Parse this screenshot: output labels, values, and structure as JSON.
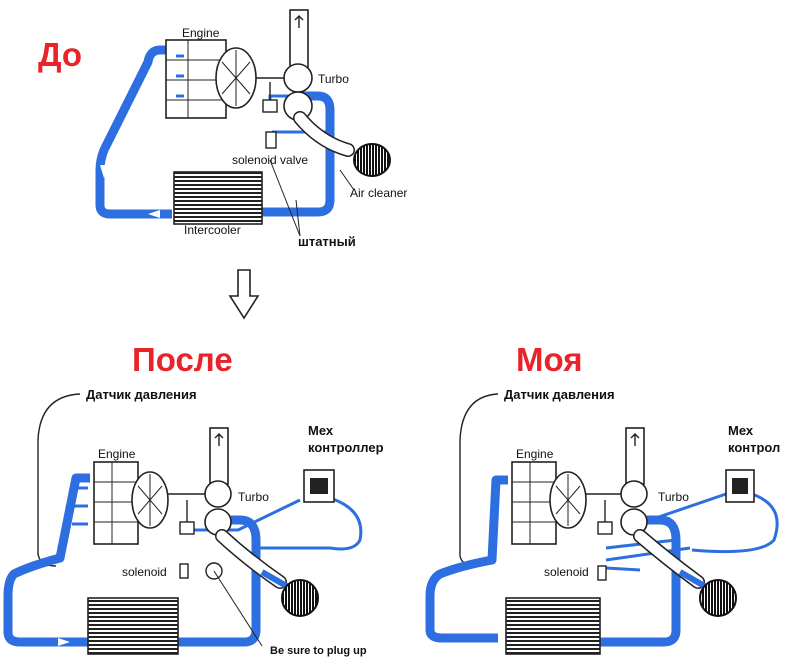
{
  "titles": {
    "before": "До",
    "after": "После",
    "mine": "Моя"
  },
  "labels": {
    "engine": "Engine",
    "turbo": "Turbo",
    "solenoid_valve": "solenoid valve",
    "air_cleaner": "Air cleaner",
    "intercooler": "Intercooler",
    "stock": "штатный",
    "pressure_sensor": "Датчик давления",
    "mech_controller_line1": "Мех",
    "mech_controller_line2": "контроллер",
    "solenoid": "solenoid",
    "plug_up": "Be sure to plug up",
    "mech_controller_cut_line2": "контрол"
  },
  "colors": {
    "pipe_blue": "#2d6fe0",
    "title_red": "#e8232a",
    "line_dark": "#222222"
  }
}
